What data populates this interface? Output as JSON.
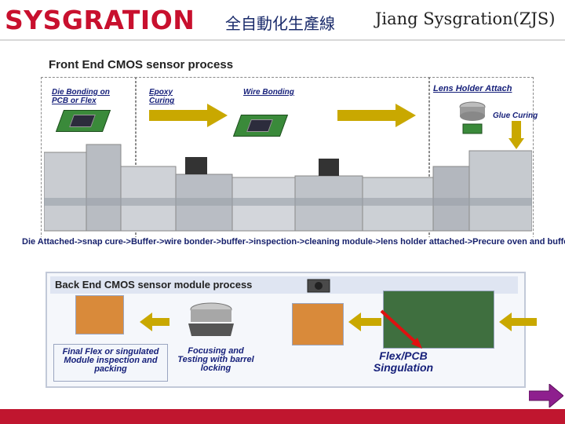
{
  "header": {
    "brand": "SYSGRATION",
    "title_cn": "全自動化生產線",
    "title_en": "Jiang Sysgration(ZJS)"
  },
  "front_end": {
    "title": "Front End CMOS sensor process",
    "steps": {
      "die_bonding": "Die Bonding on PCB or Flex",
      "epoxy_curing": "Epoxy Curing",
      "wire_bonding": "Wire Bonding",
      "lens_holder_attach": "Lens Holder Attach",
      "glue_curing": "Glue Curing"
    },
    "process_line": "Die Attached->snap cure->Buffer->wire bonder->buffer->inspection->cleaning module->lens holder attached->Precure oven and buffer"
  },
  "back_end": {
    "title": "Back End CMOS sensor module process",
    "steps": {
      "final_flex": "Final Flex or singulated Module inspection and packing",
      "focusing": "Focusing and Testing with barrel locking",
      "singulation": "Flex/PCB Singulation"
    }
  },
  "colors": {
    "brand_red": "#c8102e",
    "arrow_gold": "#c9a800",
    "title_navy": "#16207a",
    "nav_arrow": "#8e1f8e"
  }
}
